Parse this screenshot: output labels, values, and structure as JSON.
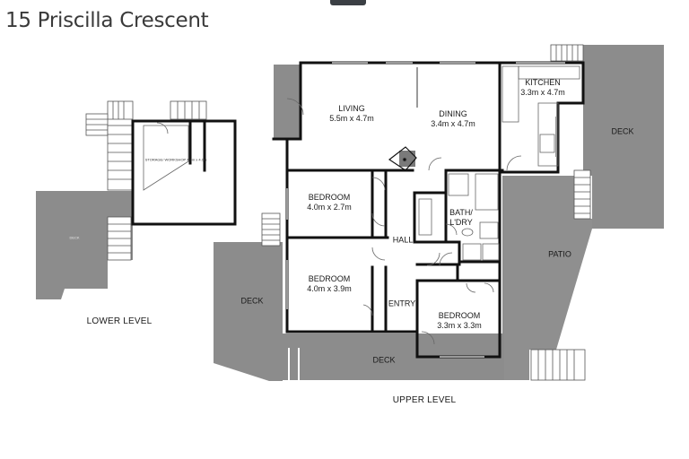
{
  "title": "15 Priscilla Crescent",
  "levels": {
    "lower": "LOWER LEVEL",
    "upper": "UPPER LEVEL"
  },
  "rooms": {
    "living": {
      "name": "LIVING",
      "size": "5.5m x 4.7m"
    },
    "dining": {
      "name": "DINING",
      "size": "3.4m x 4.7m"
    },
    "kitchen": {
      "name": "KITCHEN",
      "size": "3.3m x 4.7m"
    },
    "bedroom1": {
      "name": "BEDROOM",
      "size": "4.0m x 2.7m"
    },
    "bedroom2": {
      "name": "BEDROOM",
      "size": "4.0m x 3.9m"
    },
    "bedroom3": {
      "name": "BEDROOM",
      "size": "3.3m x 3.3m"
    },
    "bath": {
      "name": "BATH/",
      "name2": "L'DRY"
    },
    "hall": {
      "name": "HALL"
    },
    "entry": {
      "name": "ENTRY"
    },
    "storage": {
      "name": "STORAGE/",
      "name2": "WORKSHOP",
      "size": "4.0m x 4.0m"
    }
  },
  "outdoor": {
    "deck_east": "DECK",
    "deck_west": "DECK",
    "deck_south": "DECK",
    "deck_lower": "DECK",
    "patio": "PATIO"
  },
  "colors": {
    "deck": "#8a8a8a",
    "wall": "#111111",
    "text": "#1a1a1a",
    "title": "#3a3a3a"
  }
}
